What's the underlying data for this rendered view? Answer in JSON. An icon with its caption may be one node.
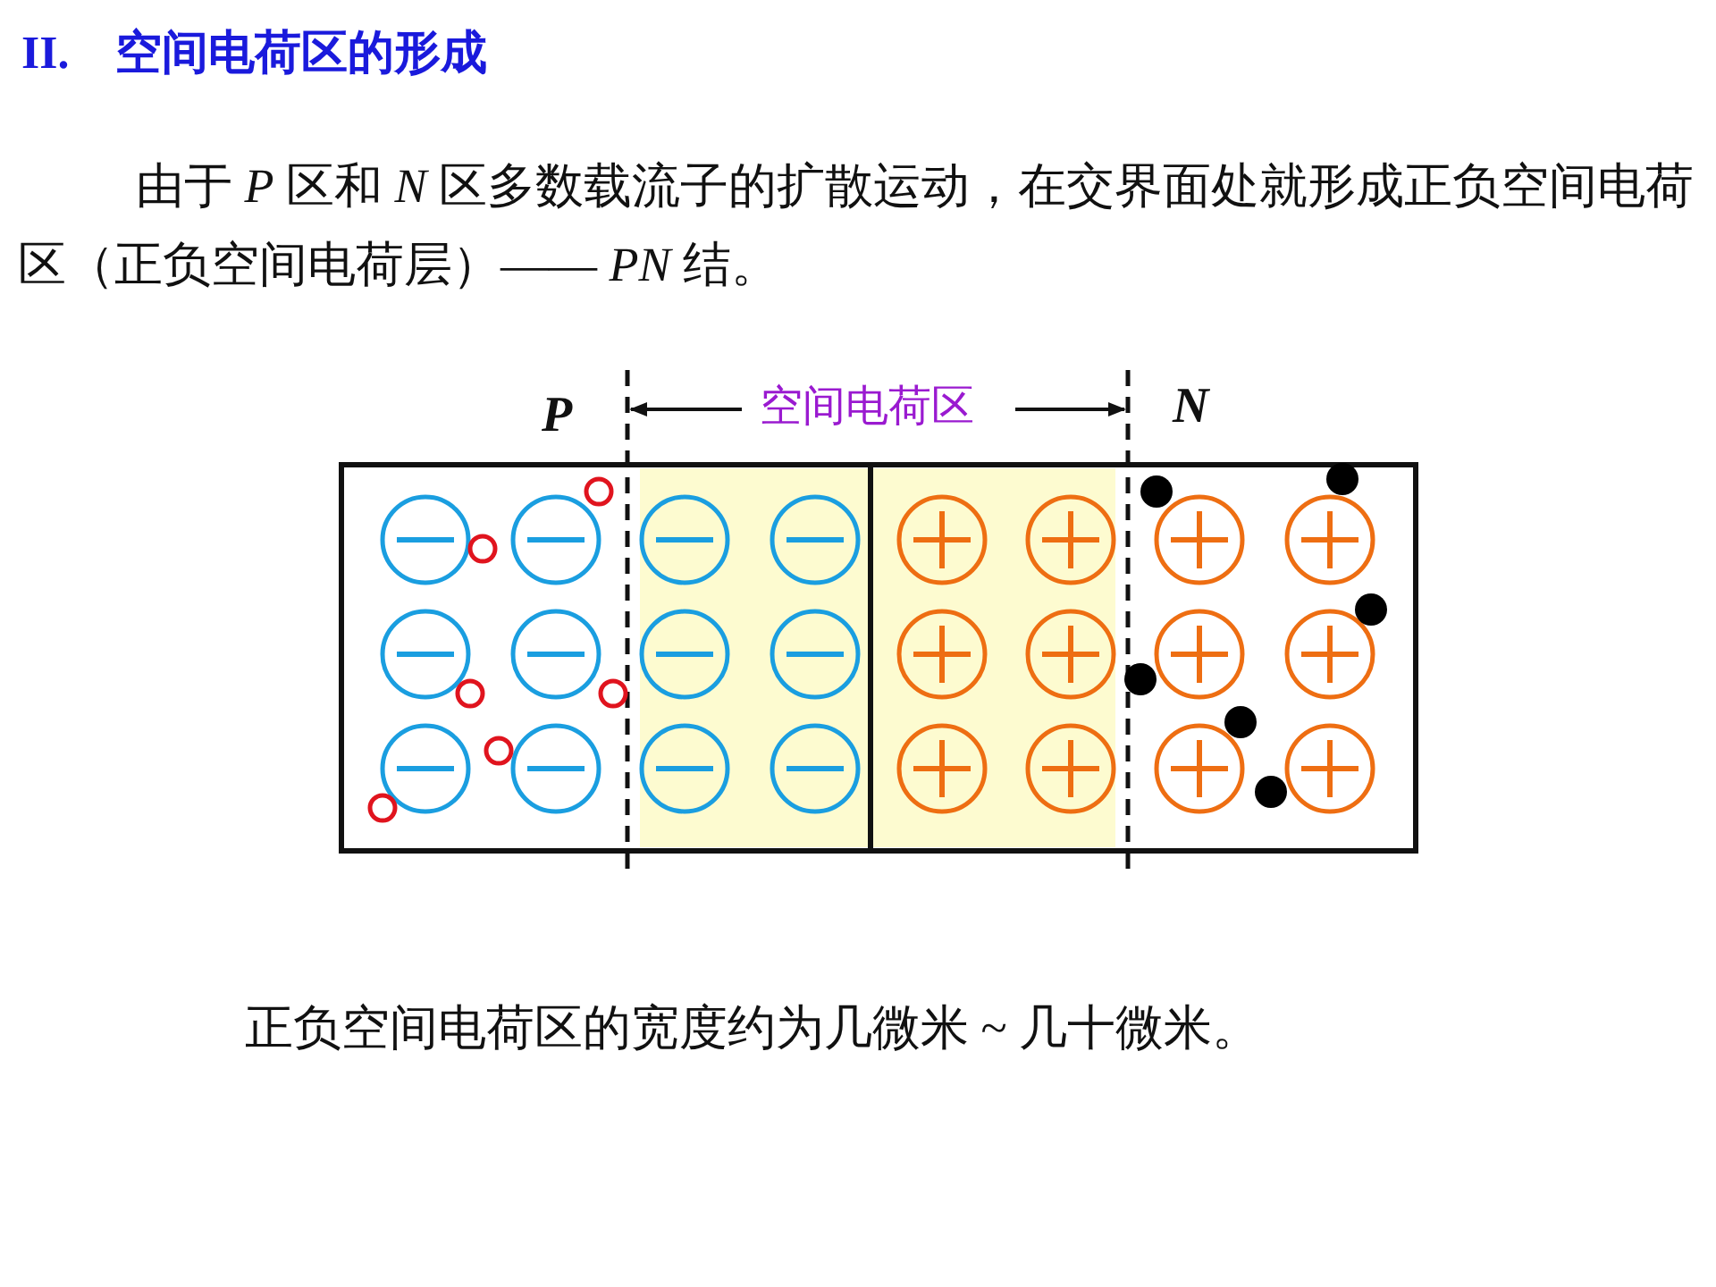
{
  "diagram": {
    "title": "II.　空间电荷区的形成",
    "labels": [
      "由于 *P* 区和 *N* 区多数载流子的扩散运动，在交界面处就形成正负空间电荷区（正负空间电荷层）—— *PN* 结。",
      "*P*",
      "空间电荷区",
      "*N*",
      "正负空间电荷区的宽度约为几微米 ~ 几十微米。"
    ]
  }
}
